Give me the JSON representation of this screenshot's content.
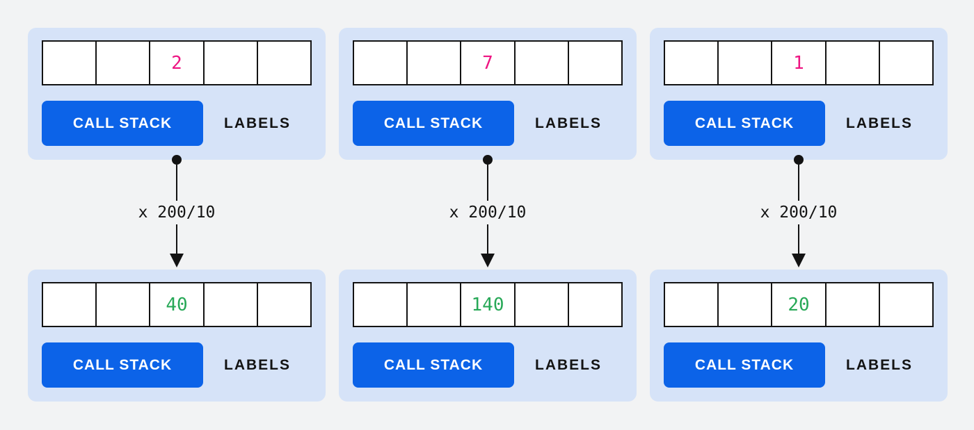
{
  "colors": {
    "page_bg": "#f2f3f4",
    "card_bg": "#d6e3f8",
    "button_bg": "#0c63e8",
    "button_text": "#ffffff",
    "pink_value": "#ee1482",
    "green_value": "#27a857",
    "ink": "#131313"
  },
  "columns": [
    {
      "top": {
        "cells": [
          "",
          "",
          "2",
          "",
          ""
        ],
        "button_label": "CALL STACK",
        "side_label": "LABELS"
      },
      "arrow_label": "x 200/10",
      "bottom": {
        "cells": [
          "",
          "",
          "40",
          "",
          ""
        ],
        "button_label": "CALL STACK",
        "side_label": "LABELS"
      }
    },
    {
      "top": {
        "cells": [
          "",
          "",
          "7",
          "",
          ""
        ],
        "button_label": "CALL STACK",
        "side_label": "LABELS"
      },
      "arrow_label": "x 200/10",
      "bottom": {
        "cells": [
          "",
          "",
          "140",
          "",
          ""
        ],
        "button_label": "CALL STACK",
        "side_label": "LABELS"
      }
    },
    {
      "top": {
        "cells": [
          "",
          "",
          "1",
          "",
          ""
        ],
        "button_label": "CALL STACK",
        "side_label": "LABELS"
      },
      "arrow_label": "x 200/10",
      "bottom": {
        "cells": [
          "",
          "",
          "20",
          "",
          ""
        ],
        "button_label": "CALL STACK",
        "side_label": "LABELS"
      }
    }
  ]
}
